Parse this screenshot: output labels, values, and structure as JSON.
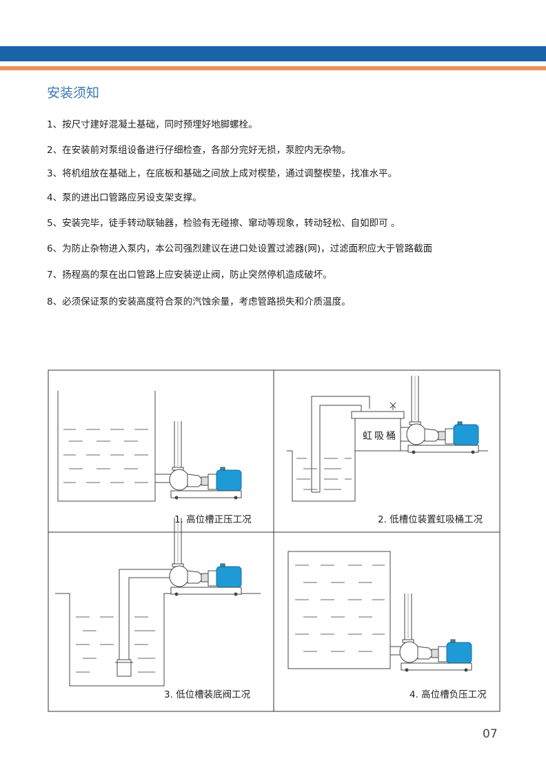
{
  "header": {
    "title": "安装须知"
  },
  "instructions": [
    "1、按尺寸建好混凝土基础，同时预埋好地脚螺栓。",
    "2、在安装前对泵组设备进行仔细检查，各部分完好无损，泵腔内无杂物。",
    "3、将机组放在基础上，在底板和基础之间放上成对楔垫，通过调整楔垫，找准水平。",
    "4、泵的进出口管路应另设支架支撑。",
    "5、安装完毕，徒手转动联轴器，检验有无碰擦、窜动等现象，转动轻松、自如即可 。",
    "6、为防止杂物进入泵内，本公司强烈建议在进口处设置过滤器(网)，过滤面积应大于管路截面",
    "7、扬程高的泵在出口管路上应安装逆止阀，防止突然停机造成破坏。",
    "8、必须保证泵的安装高度符合泵的汽蚀余量，考虑管路损失和介质温度。"
  ],
  "diagrams": {
    "captions": [
      "1. 高位槽正压工况",
      "2. 低槽位装置虹吸桶工况",
      "3. 低位槽装底阀工况",
      "4. 高位槽负压工况"
    ],
    "siphon_label": "虹吸桶"
  },
  "colors": {
    "blue_bar": "#1a64a8",
    "orange_bar": "#e8935a",
    "title": "#3a78b5",
    "motor": "#1e9ad6"
  },
  "page_number": "07"
}
